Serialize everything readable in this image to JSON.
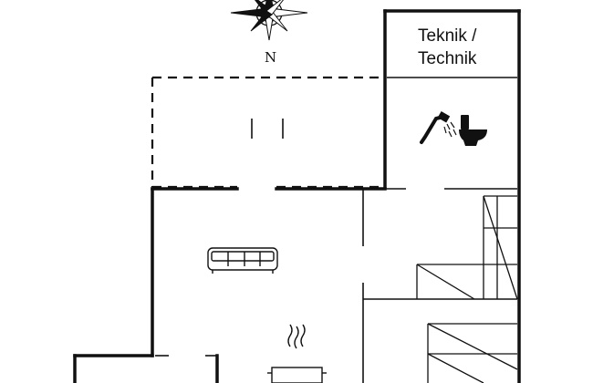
{
  "compass": {
    "label": "N"
  },
  "rooms": [
    {
      "id": "technik",
      "label_line1": "Teknik /",
      "label_line2": "Technik"
    }
  ],
  "icons": [
    "compass-rose-icon",
    "shower-icon",
    "toilet-icon",
    "sofa-icon",
    "cooking-pot-icon"
  ],
  "colors": {
    "walls": "#111111",
    "background": "#ffffff"
  }
}
